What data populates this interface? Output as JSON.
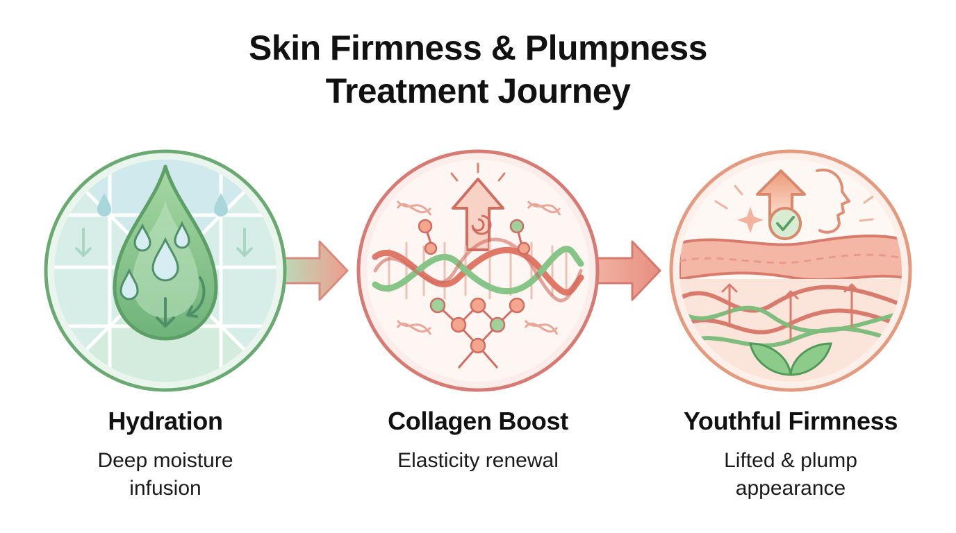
{
  "title": {
    "line1": "Skin Firmness & Plumpness",
    "line2": "Treatment Journey"
  },
  "colors": {
    "hydration": "#6aaa72",
    "hydration_fill": "#d9efe6",
    "collagen": "#d87a74",
    "collagen_fill": "#fbeeea",
    "firmness": "#e39a7e",
    "firmness_fill": "#fdf0ea",
    "arrow": "#e59a86",
    "text": "#111111"
  },
  "stages": [
    {
      "title": "Hydration",
      "description": "Deep moisture infusion",
      "icon": "water-drop-icon"
    },
    {
      "title": "Collagen Boost",
      "description": "Elasticity renewal",
      "icon": "dna-helix-icon"
    },
    {
      "title": "Youthful Firmness",
      "description": "Lifted & plump appearance",
      "icon": "skin-layers-icon"
    }
  ]
}
